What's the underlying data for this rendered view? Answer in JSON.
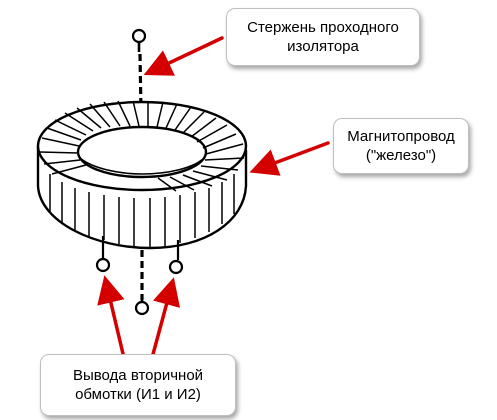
{
  "colors": {
    "arrow": "#d40000",
    "ink": "#000000",
    "background": "#ffffff",
    "callout_border": "#bfbfbf"
  },
  "labels": {
    "rod": {
      "line1": "Стержень проходного",
      "line2": "изолятора"
    },
    "core": {
      "line1": "Магнитопровод",
      "line2": "(\"железо\")"
    },
    "leads": {
      "line1": "Вывода вторичной",
      "line2": "обмотки (И1 и И2)"
    }
  },
  "icons": {
    "arrow": "red-arrow",
    "terminal": "ring-terminal"
  }
}
